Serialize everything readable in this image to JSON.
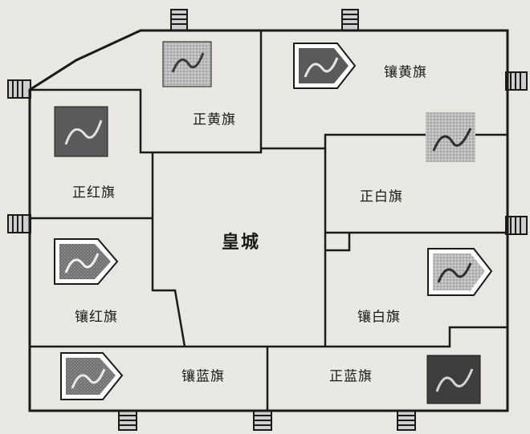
{
  "colors": {
    "background": "#e9e7e2",
    "line": "#1a1a1a",
    "flag_dark": "#3b3b3b",
    "flag_mid": "#8a8a8a",
    "flag_light": "#c9c9c9",
    "dragon": "#f2f2f2"
  },
  "map": {
    "center": "皇城",
    "banners": {
      "zheng_huang": "正黄旗",
      "xiang_huang": "镶黄旗",
      "zheng_bai": "正白旗",
      "xiang_bai": "镶白旗",
      "zheng_hong": "正红旗",
      "xiang_hong": "镶红旗",
      "zheng_lan": "正蓝旗",
      "xiang_lan": "镶蓝旗"
    },
    "flag_icons": {
      "zheng_huang": "square-dragon-flag",
      "xiang_huang": "bordered-pointed-dragon-flag",
      "zheng_bai": "square-dragon-flag",
      "xiang_bai": "bordered-pointed-dragon-flag",
      "zheng_hong": "square-dragon-flag",
      "xiang_hong": "bordered-pointed-dragon-flag",
      "zheng_lan": "square-dragon-flag",
      "xiang_lan": "bordered-pointed-dragon-flag"
    },
    "gate_icon": "gate-tower-icon"
  }
}
